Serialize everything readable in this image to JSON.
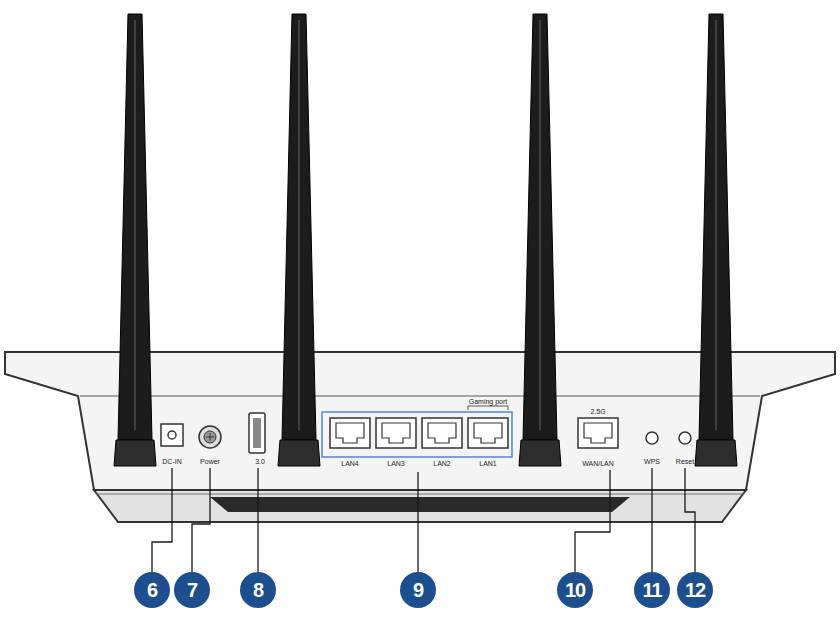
{
  "diagram": {
    "labels": [
      "Gaming port",
      "2.5G",
      "DC-IN",
      "Power",
      "3.0",
      "LAN4",
      "LAN3",
      "LAN2",
      "LAN1",
      "WAN/LAN",
      "WPS",
      "Reset",
      "6",
      "7",
      "8",
      "9",
      "10",
      "11",
      "12"
    ]
  }
}
